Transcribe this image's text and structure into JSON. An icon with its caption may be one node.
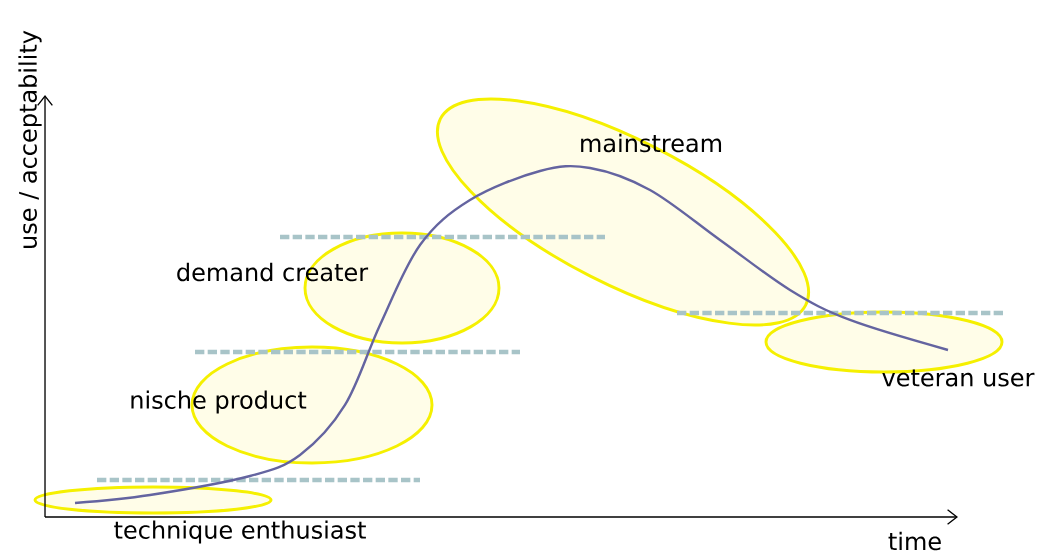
{
  "diagram": {
    "nodes": [
      {
        "text": [
          "technique enthusiast"
        ]
      },
      {
        "text": [
          "nische product"
        ]
      },
      {
        "text": [
          "demand creater"
        ]
      },
      {
        "text": [
          "mainstream"
        ]
      },
      {
        "text": [
          "veteran user"
        ]
      }
    ],
    "labels": [
      "use / acceptability",
      "time"
    ]
  }
}
